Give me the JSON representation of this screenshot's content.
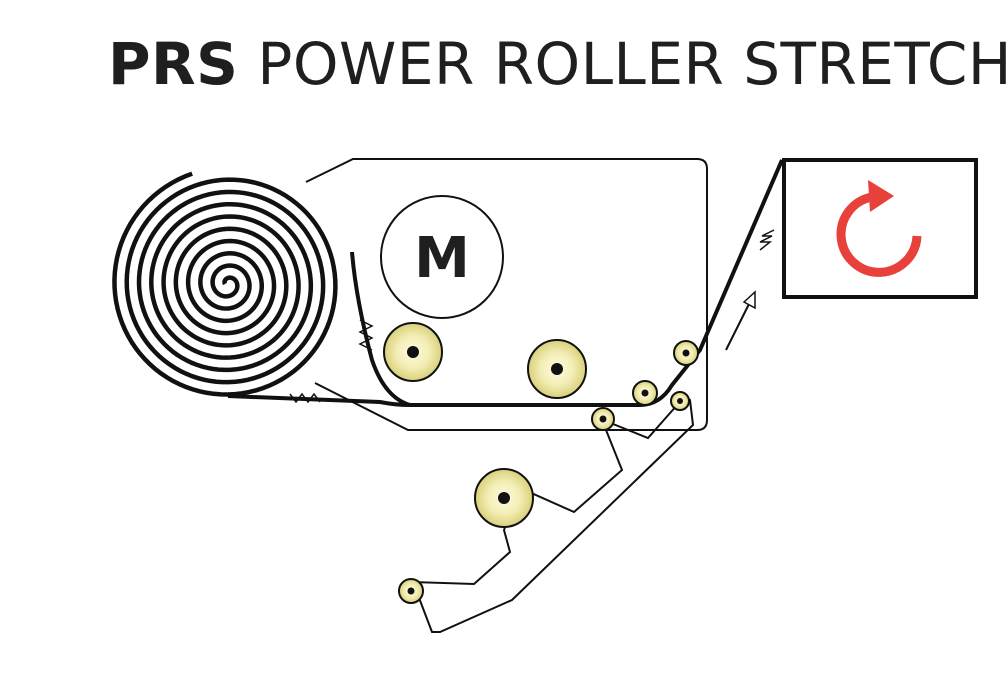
{
  "title": {
    "bold": "PRS",
    "rest": "POWER ROLLER STRETCH"
  },
  "motor": {
    "label": "M"
  },
  "colors": {
    "roller_fill": "#e9e39a",
    "roller_glow": "#fffbe0",
    "line": "#111111",
    "rotation_arrow": "#e8403a",
    "background": "#ffffff"
  },
  "icons": {
    "rotation": "clockwise-rotation-icon",
    "film_direction": "arrow-up-right-icon"
  }
}
